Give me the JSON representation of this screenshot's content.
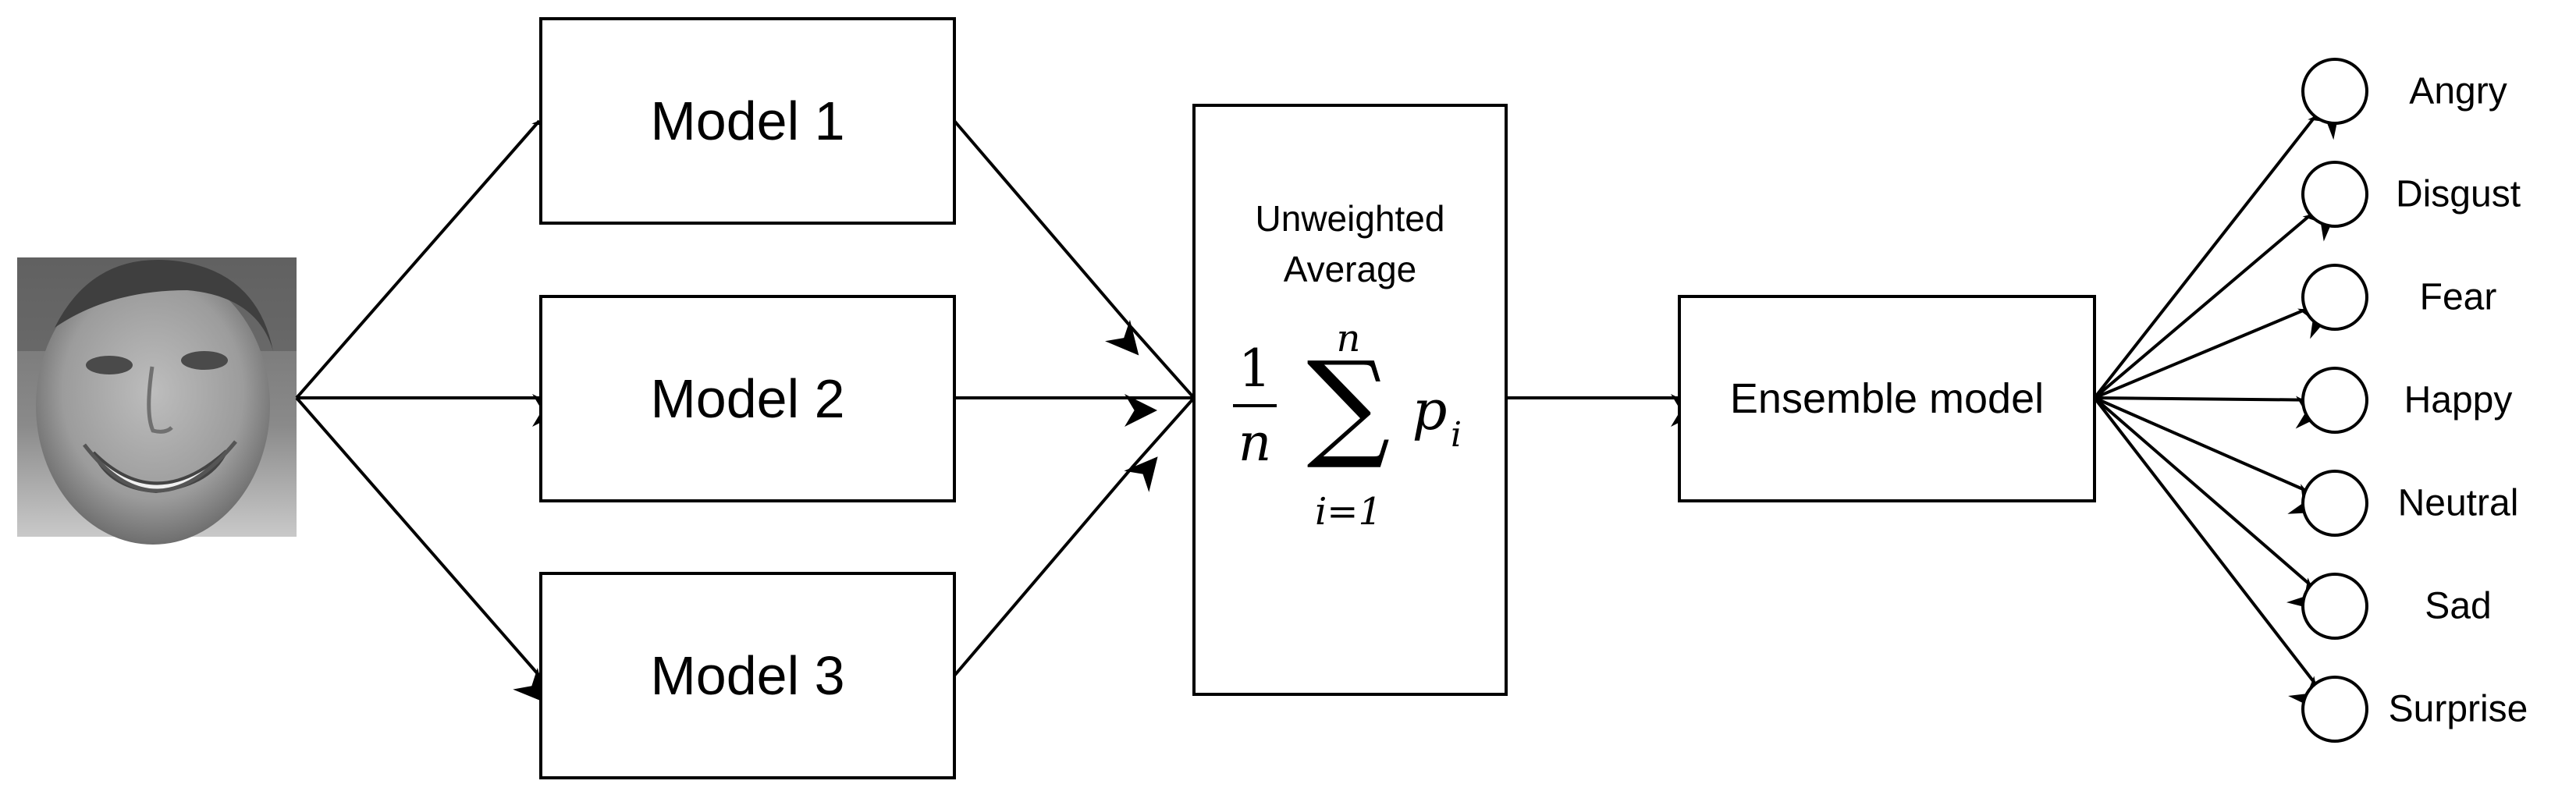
{
  "models": [
    {
      "label": "Model 1"
    },
    {
      "label": "Model 2"
    },
    {
      "label": "Model 3"
    }
  ],
  "average": {
    "line1": "Unweighted",
    "line2": "Average",
    "formula": {
      "numerator": "1",
      "denominator": "n",
      "upper_limit": "n",
      "sum_symbol": "∑",
      "lower_limit": "i=1",
      "term_base": "p",
      "term_subscript": "i"
    }
  },
  "ensemble": {
    "label": "Ensemble model"
  },
  "classes": [
    {
      "label": "Angry",
      "highlighted": false
    },
    {
      "label": "Disgust",
      "highlighted": false
    },
    {
      "label": "Fear",
      "highlighted": false
    },
    {
      "label": "Happy",
      "highlighted": true
    },
    {
      "label": "Neutral",
      "highlighted": false
    },
    {
      "label": "Sad",
      "highlighted": false
    },
    {
      "label": "Surprise",
      "highlighted": false
    }
  ],
  "colors": {
    "highlight": "#82b366",
    "line": "#000000",
    "text": "#000000"
  }
}
